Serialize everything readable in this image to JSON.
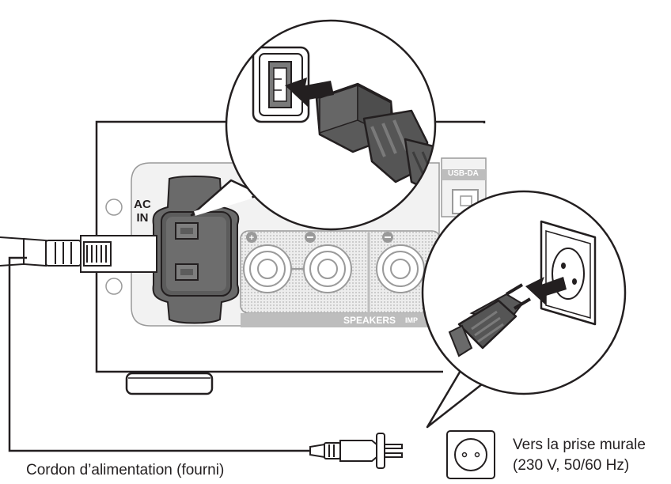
{
  "panel": {
    "ac_in_line1": "AC",
    "ac_in_line2": "IN",
    "speakers_label": "SPEAKERS",
    "impedance_label": "IMP",
    "usb_label": "USB-DA"
  },
  "captions": {
    "power_cord": "Cordon d’alimentation (fourni)",
    "wall_outlet_line1": "Vers la prise murale",
    "wall_outlet_line2": "(230 V, 50/60 Hz)"
  },
  "colors": {
    "line": "#231f20",
    "panel_fill": "#f2f2f2",
    "rubber": "#555555",
    "speaker_band": "#bdbdbd"
  }
}
